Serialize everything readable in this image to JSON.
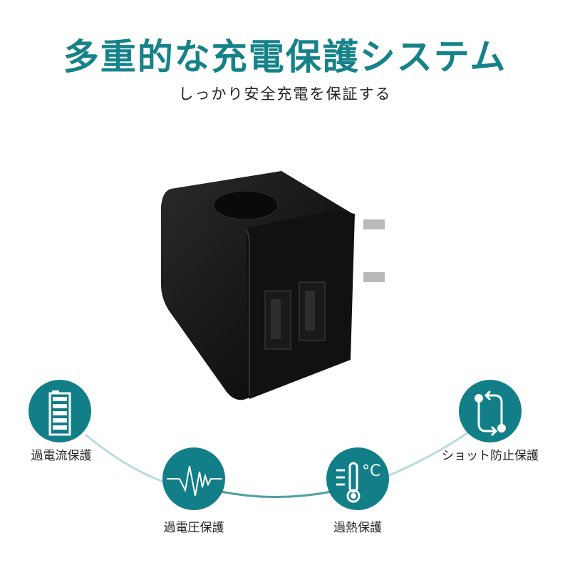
{
  "header": {
    "title": "多重的な充電保護システム",
    "subtitle": "しっかり安全充電を保証する"
  },
  "features": [
    {
      "label": "過電流保護",
      "icon": "battery-icon"
    },
    {
      "label": "過電圧保護",
      "icon": "voltage-wave-icon"
    },
    {
      "label": "過熱保護",
      "icon": "thermometer-icon"
    },
    {
      "label": "ショット防止保護",
      "icon": "short-circuit-icon"
    }
  ],
  "colors": {
    "accent": "#127f88"
  }
}
